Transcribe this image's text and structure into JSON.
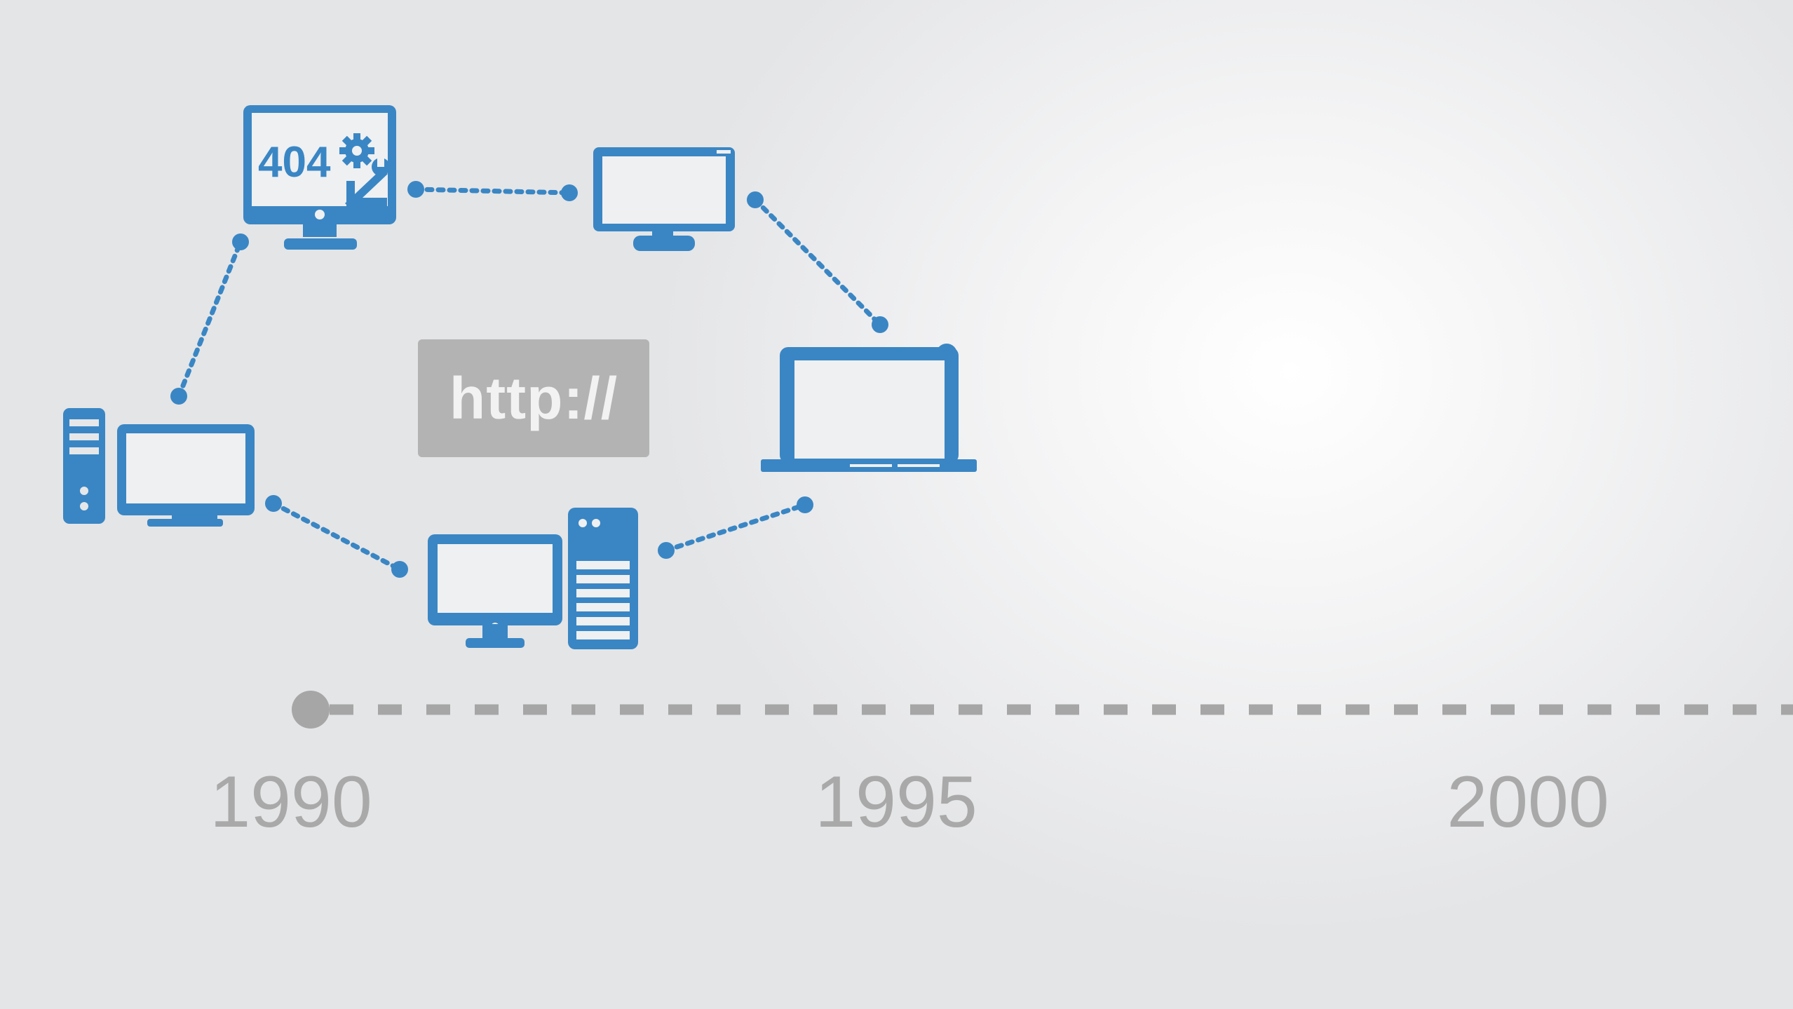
{
  "http_label": "http://",
  "monitor_404_label": "404",
  "timeline": {
    "years": [
      "1990",
      "1995",
      "2000"
    ]
  },
  "colors": {
    "device_blue": "#3a86c4",
    "timeline_gray": "#a6a6a6",
    "http_box": "#b3b3b3",
    "year_text": "#a9a9a9"
  },
  "icons": [
    "desktop-tower-icon",
    "monitor-404-icon",
    "monitor-icon",
    "laptop-icon",
    "desktop-tower-right-icon"
  ]
}
